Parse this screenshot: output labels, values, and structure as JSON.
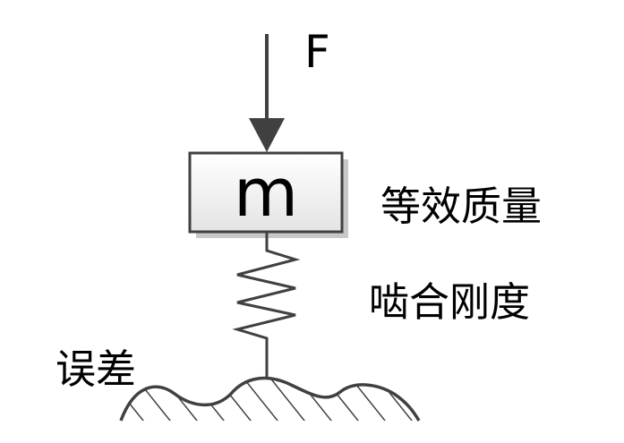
{
  "labels": {
    "force": "F",
    "mass": "m",
    "equivalent_mass": "等效质量",
    "mesh_stiffness": "啮合刚度",
    "error": "误差"
  },
  "colors": {
    "line": "#404040",
    "mass_fill_top": "#ffffff",
    "mass_fill_bottom": "#e6e6e6",
    "shadow": "#bfbfbf"
  }
}
